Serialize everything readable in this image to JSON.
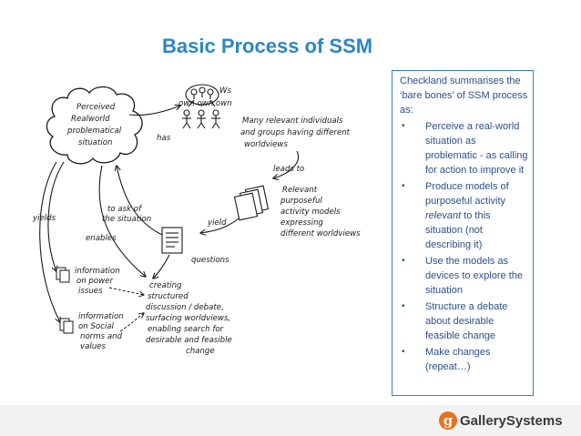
{
  "title": "Basic Process of SSM",
  "diagram": {
    "cloud_lines": [
      "Perceived",
      "Realworld",
      "problematical",
      "situation"
    ],
    "people_label": "Ws",
    "people_sub": "own own own",
    "has": "has",
    "many_lines": [
      "Many relevant individuals",
      "and groups having different",
      "worldviews"
    ],
    "leads_to": "leads to",
    "relevant_lines": [
      "Relevant",
      "purposeful",
      "activity models",
      "expressing",
      "different worldviews"
    ],
    "to_ask_lines": [
      "to ask of",
      "the situation"
    ],
    "yield_mid": "yield",
    "yields_left": "yields",
    "enables": "enables",
    "questions": "questions",
    "power_lines": [
      "information",
      "on power",
      "issues"
    ],
    "social_lines": [
      "information",
      "on Social",
      "norms and",
      "values"
    ],
    "creating_lines": [
      "creating",
      "structured",
      "discussion / debate,",
      "surfacing worldviews,",
      "enabling search for",
      "desirable and feasible",
      "change"
    ]
  },
  "summary": {
    "intro": "Checkland summarises the ‘bare bones’ of SSM process as:",
    "bullet_char": "•",
    "b1": "Perceive a real-world situation as problematic - as calling for action to improve it",
    "b2_pre": "Produce models of purposeful activity ",
    "b2_em": "relevant",
    "b2_post": " to this situation (not describing it)",
    "b3": "Use the models as devices to explore the situation",
    "b4": "Structure a debate about desirable feasible change",
    "b5": "Make changes (repeat…)"
  },
  "logo": {
    "mark": "g",
    "text": "GallerySystems",
    "color": "#e8731d"
  }
}
